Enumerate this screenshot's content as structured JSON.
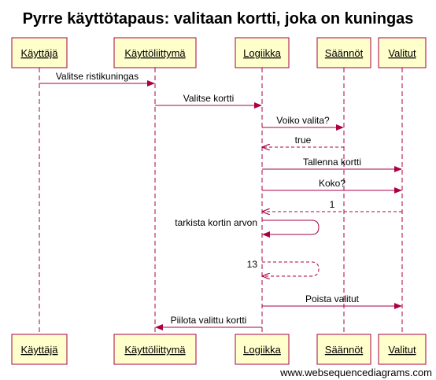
{
  "title": "Pyrre käyttötapaus: valitaan kortti, joka on kuningas",
  "watermark": "www.websequencediagrams.com",
  "colors": {
    "actor_fill": "#FFFFCC",
    "actor_border": "#AA0044",
    "lifeline": "#AA0044",
    "arrow": "#AA0044",
    "text": "#000000"
  },
  "participants": [
    {
      "id": "user",
      "label": "Käyttäjä"
    },
    {
      "id": "ui",
      "label": "Käyttöliittymä"
    },
    {
      "id": "logic",
      "label": "Logiikka"
    },
    {
      "id": "rules",
      "label": "Säännöt"
    },
    {
      "id": "selected",
      "label": "Valitut"
    }
  ],
  "messages": [
    {
      "from": "user",
      "to": "ui",
      "label": "Valitse ristikuningas",
      "style": "solid"
    },
    {
      "from": "ui",
      "to": "logic",
      "label": "Valitse kortti",
      "style": "solid"
    },
    {
      "from": "logic",
      "to": "rules",
      "label": "Voiko valita?",
      "style": "solid"
    },
    {
      "from": "rules",
      "to": "logic",
      "label": "true",
      "style": "dashed"
    },
    {
      "from": "logic",
      "to": "selected",
      "label": "Tallenna kortti",
      "style": "solid"
    },
    {
      "from": "logic",
      "to": "selected",
      "label": "Koko?",
      "style": "solid"
    },
    {
      "from": "selected",
      "to": "logic",
      "label": "1",
      "style": "dashed"
    },
    {
      "from": "logic",
      "to": "logic",
      "label": "tarkista kortin arvon",
      "style": "solid"
    },
    {
      "from": "logic",
      "to": "logic",
      "label": "13",
      "style": "dashed"
    },
    {
      "from": "logic",
      "to": "selected",
      "label": "Poista valitut",
      "style": "solid"
    },
    {
      "from": "logic",
      "to": "ui",
      "label": "Piilota valittu kortti",
      "style": "solid"
    }
  ]
}
